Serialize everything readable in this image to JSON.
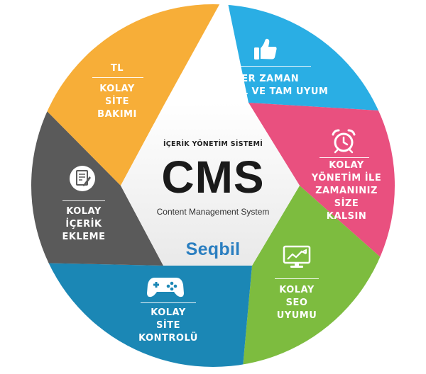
{
  "center": {
    "subtitle": "İÇERİK YÖNETİM SİSTEMİ",
    "title": "CMS",
    "caption": "Content Management System",
    "brand": "Seqbil"
  },
  "segments": [
    {
      "id": "yellow",
      "color": "#f7ae38",
      "header": "TL",
      "body": "KOLAY\nSİTE\nBAKIMI",
      "icon": ""
    },
    {
      "id": "blue",
      "color": "#2aaee4",
      "header": "",
      "body": "HER ZAMAN\nGÜNCEL VE TAM UYUM",
      "icon": "thumbs-up-icon"
    },
    {
      "id": "pink",
      "color": "#e9507f",
      "header": "",
      "body": "KOLAY\nYÖNETİM İLE\nZAMANINIZ\nSİZE\nKALSIN",
      "icon": "alarm-clock-icon"
    },
    {
      "id": "green",
      "color": "#7dbc3f",
      "header": "",
      "body": "KOLAY\nSEO\nUYUMU",
      "icon": "monitor-chart-icon"
    },
    {
      "id": "teal",
      "color": "#1b87b5",
      "header": "",
      "body": "KOLAY\nSİTE\nKONTROLÜ",
      "icon": "gamepad-icon"
    },
    {
      "id": "gray",
      "color": "#5a5a5a",
      "header": "",
      "body": "KOLAY\nİÇERİK\nEKLEME",
      "icon": "document-edit-icon"
    }
  ]
}
